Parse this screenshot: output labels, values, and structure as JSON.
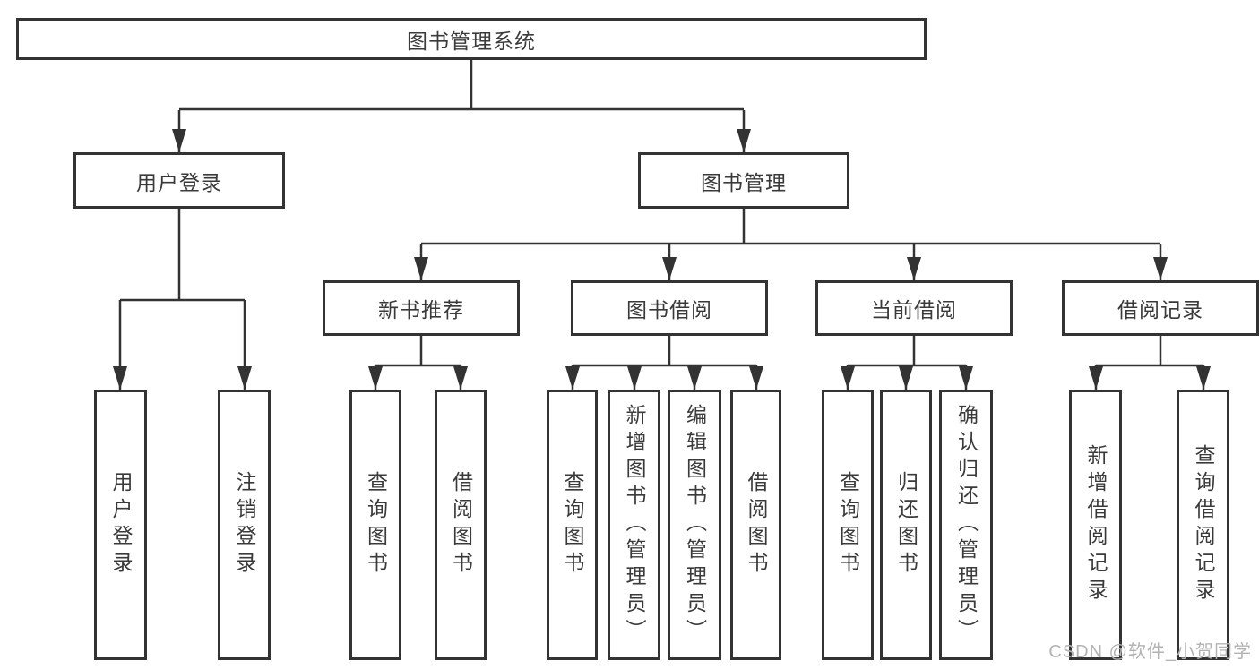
{
  "diagram": {
    "root": {
      "label": "图书管理系统"
    },
    "level2": [
      {
        "label": "用户登录",
        "children": [
          {
            "label": "用户登录"
          },
          {
            "label": "注销登录"
          }
        ]
      },
      {
        "label": "图书管理",
        "children": [
          {
            "label": "新书推荐",
            "children": [
              {
                "label": "查询图书"
              },
              {
                "label": "借阅图书"
              }
            ]
          },
          {
            "label": "图书借阅",
            "children": [
              {
                "label": "查询图书"
              },
              {
                "label": "新增图书（管理员）"
              },
              {
                "label": "编辑图书（管理员）"
              },
              {
                "label": "借阅图书"
              }
            ]
          },
          {
            "label": "当前借阅",
            "children": [
              {
                "label": "查询图书"
              },
              {
                "label": "归还图书"
              },
              {
                "label": "确认归还（管理员）"
              }
            ]
          },
          {
            "label": "借阅记录",
            "children": [
              {
                "label": "新增借阅记录"
              },
              {
                "label": "查询借阅记录"
              }
            ]
          }
        ]
      }
    ],
    "watermark": {
      "text": "CSDN @软件_小贺同学",
      "color": "#b3b3b3"
    },
    "colors": {
      "line": "#333333",
      "box_border": "#333333",
      "text": "#3a3a3a",
      "background": "#ffffff"
    }
  }
}
